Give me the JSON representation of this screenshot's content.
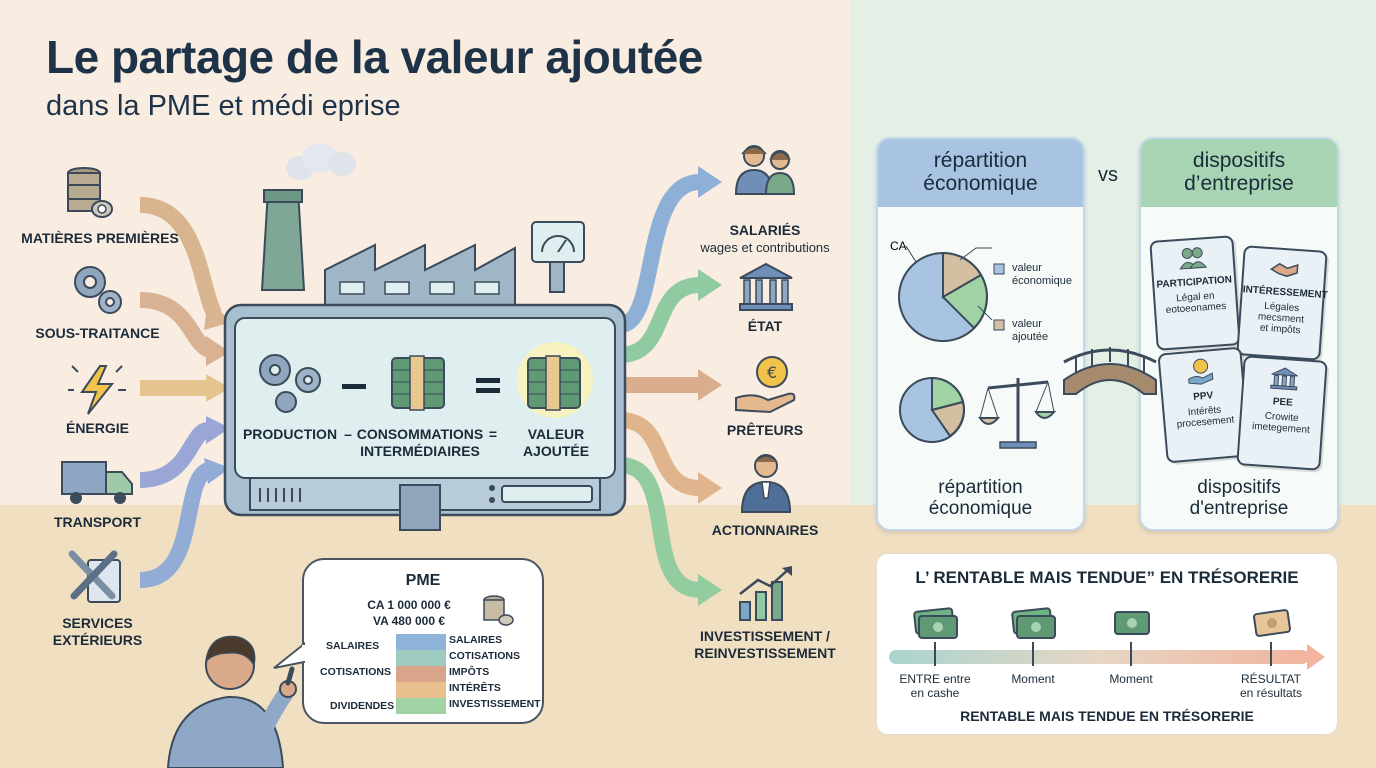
{
  "title": "Le partage de la valeur ajoutée",
  "subtitle": "dans la PME et médi eprise",
  "inputs": [
    {
      "label": "MATIÈRES PREMIÈRES",
      "icon": "barrel-icon"
    },
    {
      "label": "SOUS-TRAITANCE",
      "icon": "gears-icon"
    },
    {
      "label": "ÉNERGIE",
      "icon": "lightning-icon"
    },
    {
      "label": "TRANSPORT",
      "icon": "truck-icon"
    },
    {
      "label": "SERVICES\nEXTÉRIEURS",
      "icon": "tools-icon"
    }
  ],
  "factory": {
    "production": "PRODUCTION",
    "minus": "–",
    "consommations": "CONSOMMATIONS\nINTERMÉDIAIRES",
    "equals": "=",
    "valeur": "VALEUR\nAJOUTÉE"
  },
  "outputs": [
    {
      "label": "SALARIÉS",
      "sublabel": "wages et contributions",
      "icon": "employees-icon"
    },
    {
      "label": "ÉTAT",
      "sublabel": "",
      "icon": "government-building-icon"
    },
    {
      "label": "PRÊTEURS",
      "sublabel": "",
      "icon": "euro-hand-icon"
    },
    {
      "label": "ACTIONNAIRES",
      "sublabel": "",
      "icon": "shareholder-icon"
    },
    {
      "label": "INVESTISSEMENT /\nREINVESTISSEMENT",
      "sublabel": "",
      "icon": "growth-chart-icon"
    }
  ],
  "pme_bubble": {
    "title": "PME",
    "ca": "CA 1 000 000 €",
    "va": "VA 480 000 €",
    "left_labels": [
      "SALAIRES",
      "COTISATIONS",
      "DIVIDENDES"
    ],
    "right_labels": [
      "SALAIRES",
      "COTISATIONS",
      "IMPÔTS",
      "INTÉRÊTS",
      "INVESTISSEMENT"
    ],
    "bar_colors": [
      "#8fb4d9",
      "#9ecbc0",
      "#d9a58a",
      "#e8c08e",
      "#9fd3a3"
    ]
  },
  "comparison": {
    "vs": "vs",
    "left_header": "répartition\néconomique",
    "right_header": "dispositifs\nd’entreprise",
    "left_footer": "répartition\néconomique",
    "right_footer": "dispositifs\nd'entreprise",
    "pie_label_ca": "CA",
    "pie_legend": [
      "valeur\néconomique",
      "valeur\najoutée"
    ],
    "cards": [
      {
        "title": "PARTICIPATION",
        "text": "Légal en\neotoeonames",
        "icon": "people-icon"
      },
      {
        "title": "INTÉRESSEMENT",
        "text": "Légales\nmecsment\net impôts",
        "icon": "handshake-icon"
      },
      {
        "title": "PPV",
        "text": "Intérêts\nprocesement",
        "icon": "coin-hand-icon"
      },
      {
        "title": "PEE",
        "text": "Crowite\nimetegement",
        "icon": "bank-icon"
      }
    ]
  },
  "treasury": {
    "title": "L’ RENTABLE MAIS TENDUE” EN TRÉSORERIE",
    "milestones": [
      "ENTRE entre\nen cashe",
      "Moment",
      "Moment",
      "RÉSULTAT\nen résultats"
    ],
    "footer": "RENTABLE MAIS TENDUE EN TRÉSORERIE"
  },
  "colors": {
    "blue": "#8fb0d6",
    "green": "#8fcaa0",
    "tan": "#dab88f",
    "orange": "#e0b48c",
    "factory": "#a7bfcf",
    "screen": "#dfeeee"
  }
}
